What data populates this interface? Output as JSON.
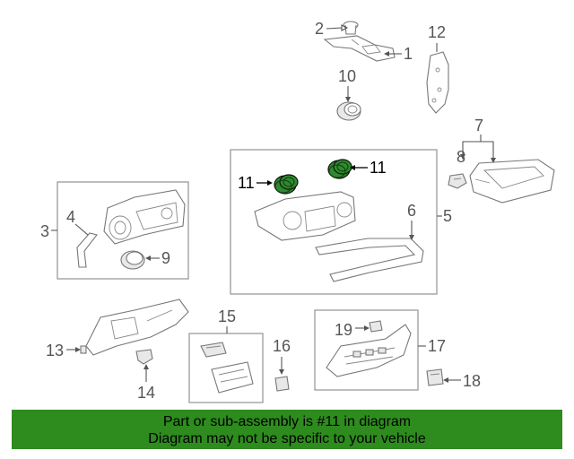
{
  "callouts": {
    "c1": "1",
    "c2": "2",
    "c3": "3",
    "c4": "4",
    "c5": "5",
    "c6": "6",
    "c7": "7",
    "c8": "8",
    "c9": "9",
    "c10": "10",
    "c11a": "11",
    "c11b": "11",
    "c12": "12",
    "c13": "13",
    "c14": "14",
    "c15": "15",
    "c16": "16",
    "c17": "17",
    "c18": "18",
    "c19": "19"
  },
  "banner": {
    "line1": "Part or sub-assembly is #11 in diagram",
    "line2": "Diagram may not be specific to your vehicle",
    "color": "#2e8b1e"
  },
  "highlight_color": "#2f8a2f"
}
